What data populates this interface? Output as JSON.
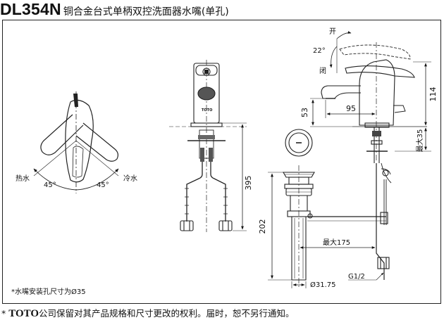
{
  "header": {
    "model": "DL354N",
    "title": "铜合金台式单柄双控洗面器水嘴(单孔)"
  },
  "handle_view": {
    "hot_label": "热水",
    "cold_label": "冷水",
    "angle_left": "45°",
    "angle_right": "45°"
  },
  "front_view": {
    "brand_mark": "TOTO",
    "dim_height": "395"
  },
  "side_view": {
    "open_label": "开",
    "close_label": "闭",
    "angle": "22°",
    "dim_spout_reach": "95",
    "dim_spout_height": "53",
    "dim_total_height": "114",
    "dim_deck_max": "最大35"
  },
  "drain_view": {
    "dim_drain_height": "202",
    "dim_rod_max": "最大175",
    "dim_diameter": "Ø31.75",
    "dim_thread": "G1/2"
  },
  "note": "*水嘴安装孔尺寸为Ø35",
  "footer": {
    "asterisk": "*",
    "brand": "TOTO",
    "text": "公司保留对其产品规格和尺寸更改的权利。届时，恕不另行通知。"
  }
}
